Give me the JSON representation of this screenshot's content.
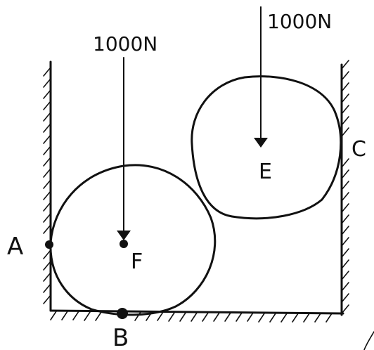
{
  "colors": {
    "ink": "#111111",
    "background": "#ffffff"
  },
  "loads": {
    "left": "1000N",
    "right": "1000N"
  },
  "points": {
    "a": "A",
    "b": "B",
    "c": "C",
    "e": "E",
    "f": "F"
  }
}
